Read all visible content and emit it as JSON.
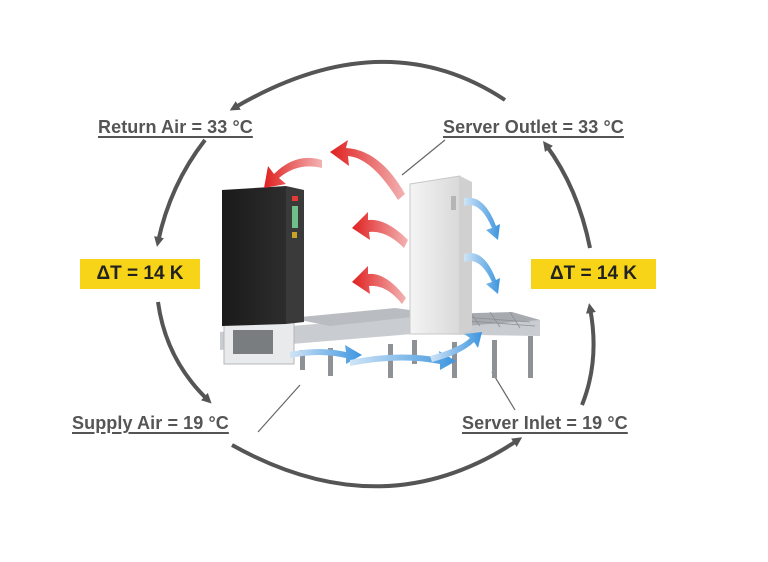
{
  "labels": {
    "return_air": "Return Air = 33 °C",
    "server_outlet": "Server Outlet = 33 °C",
    "supply_air": "Supply Air = 19 °C",
    "server_inlet": "Server Inlet = 19 °C",
    "delta_left": "ΔT = 14 K",
    "delta_right": "ΔT = 14 K"
  },
  "colors": {
    "badge": "#f7d417",
    "label_text": "#555555",
    "cycle_arrow": "#555555",
    "hot_air": "#e8302f",
    "cold_air": "#5aa9e6"
  }
}
